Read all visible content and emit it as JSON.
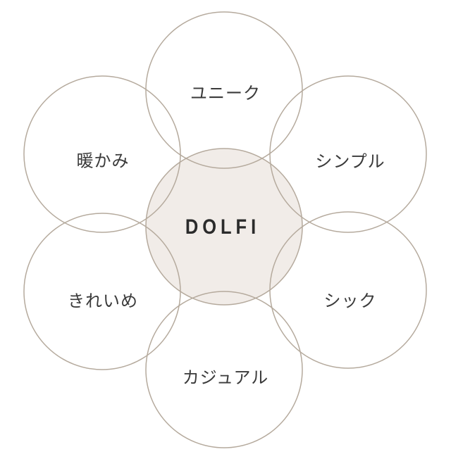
{
  "center": {
    "label": "DOLFI"
  },
  "petals": [
    {
      "label": "ユニーク"
    },
    {
      "label": "シンプル"
    },
    {
      "label": "シック"
    },
    {
      "label": "カジュアル"
    },
    {
      "label": "きれいめ"
    },
    {
      "label": "暖かみ"
    }
  ],
  "colors": {
    "stroke": "#b5aa9d",
    "center_fill": "#f1ece8",
    "text": "#3a3a3a"
  }
}
